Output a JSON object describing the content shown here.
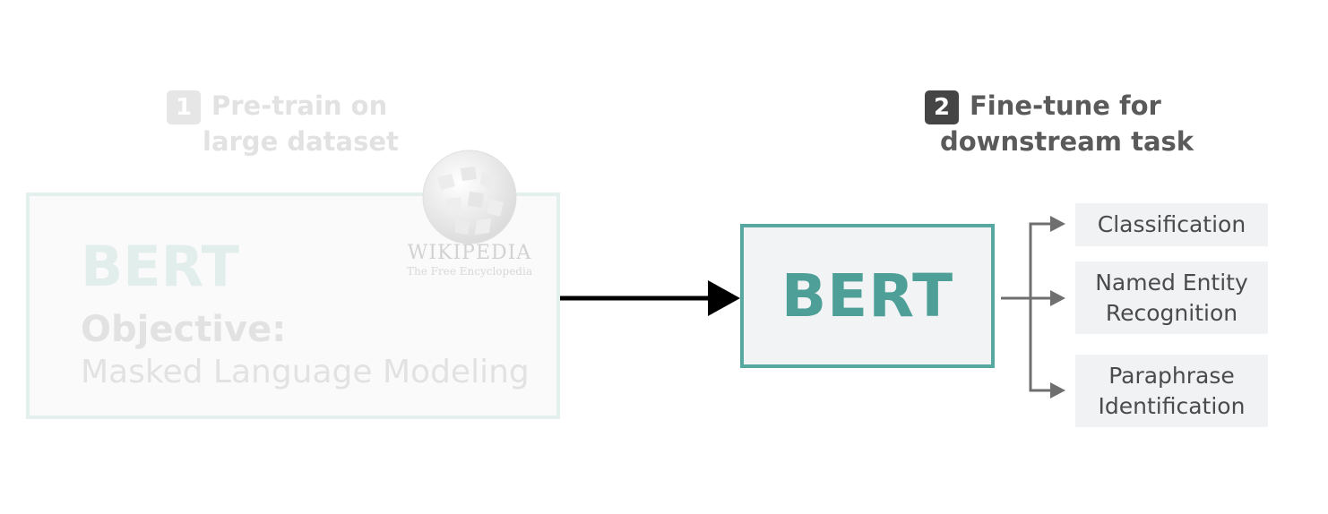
{
  "step1": {
    "number": "1",
    "line1": "Pre-train on",
    "line2": "large dataset"
  },
  "step2": {
    "number": "2",
    "line1": "Fine-tune for",
    "line2": "downstream task"
  },
  "pretrain": {
    "model": "BERT",
    "objective_label": "Objective:",
    "objective": "Masked Language Modeling"
  },
  "wikipedia": {
    "wordmark": "WIKIPEDIA",
    "tagline": "The Free Encyclopedia"
  },
  "finetune": {
    "model": "BERT"
  },
  "tasks": [
    {
      "line1": "Classification"
    },
    {
      "line1": "Named Entity",
      "line2": "Recognition"
    },
    {
      "line1": "Paraphrase",
      "line2": "Identification"
    }
  ],
  "colors": {
    "teal": "#56a8a0",
    "arrow": "#000000",
    "branch": "#6f6f6f"
  }
}
